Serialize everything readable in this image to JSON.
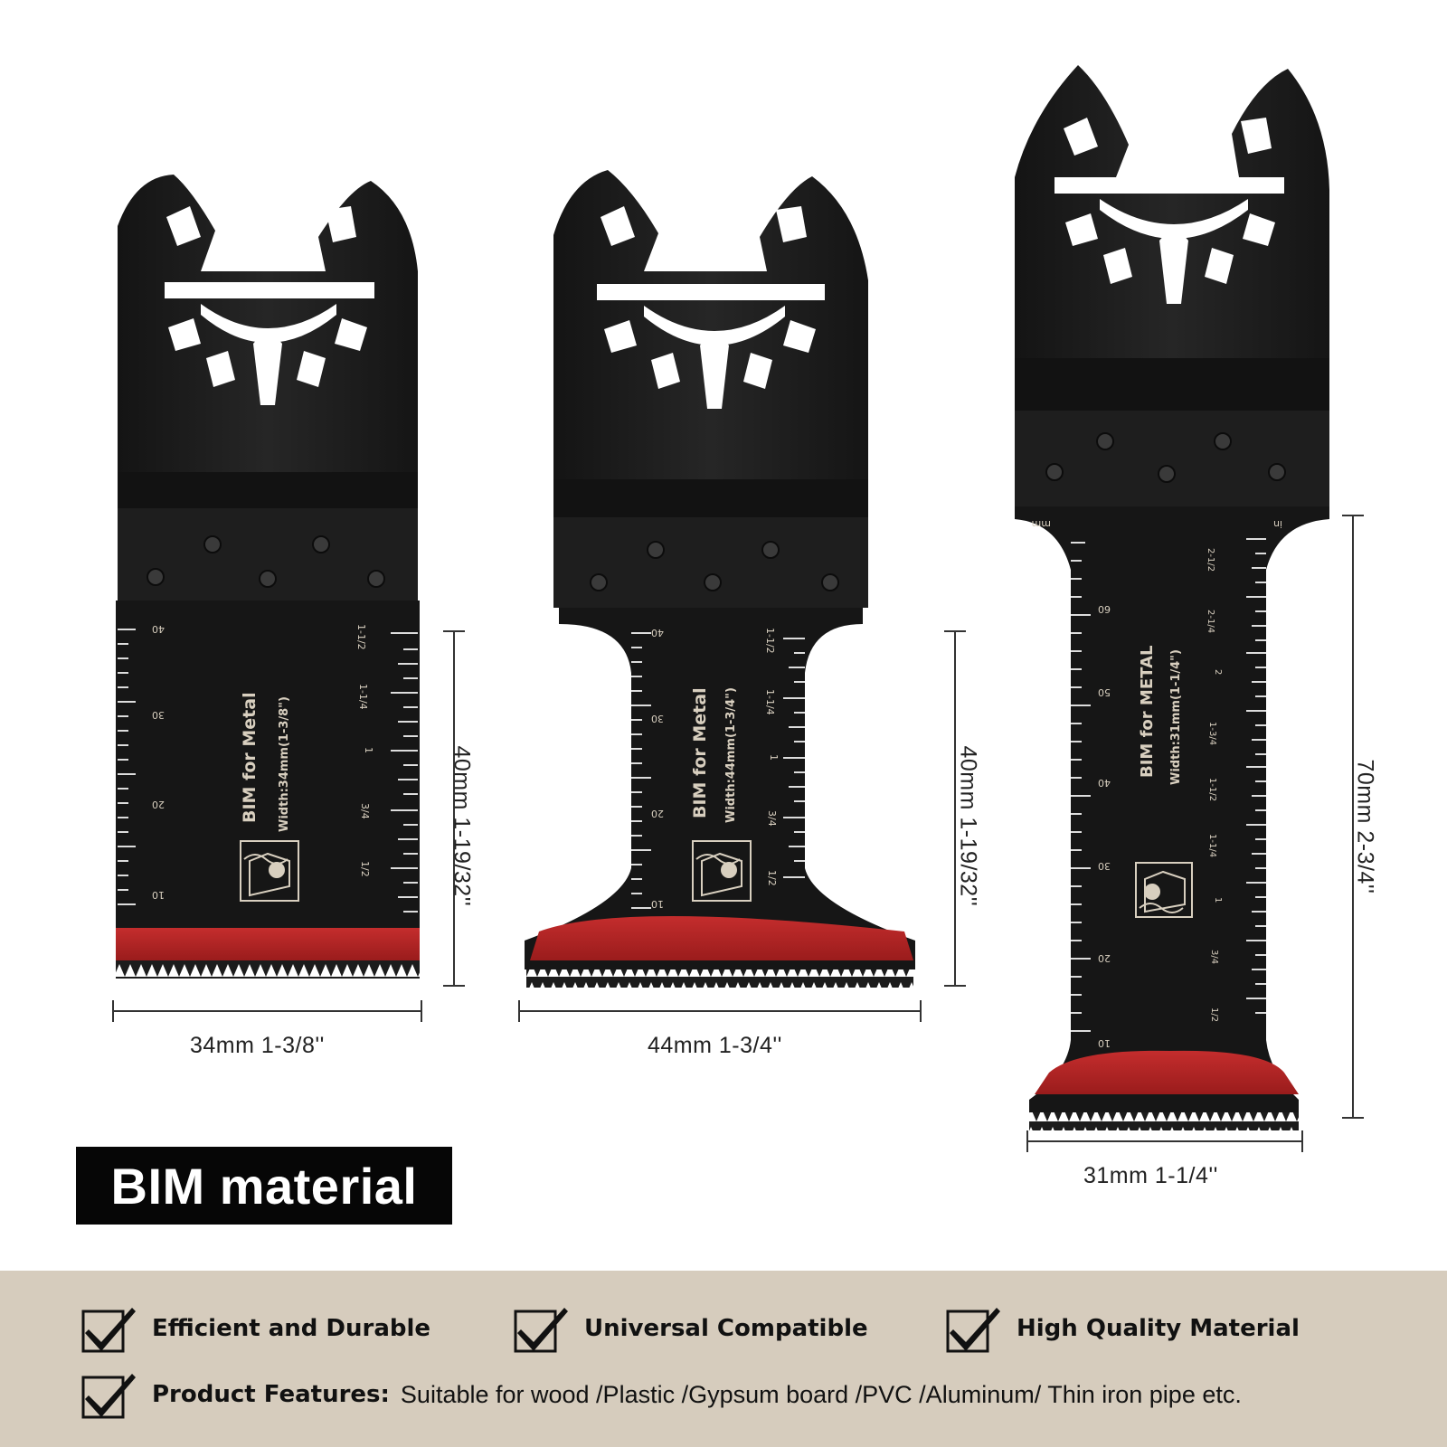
{
  "blades": [
    {
      "print_title": "BIM for Metal",
      "print_width": "Width:34mm(1-3/8\")",
      "width_label": "34mm 1-3/8''",
      "height_label": "40mm 1-19/32''",
      "mm_ticks": [
        "10",
        "20",
        "30",
        "40"
      ],
      "in_ticks": [
        "1/2",
        "3/4",
        "1",
        "1-1/4",
        "1-1/2"
      ]
    },
    {
      "print_title": "BIM for Metal",
      "print_width": "Width:44mm(1-3/4\")",
      "width_label": "44mm 1-3/4''",
      "height_label": "40mm 1-19/32''",
      "mm_ticks": [
        "10",
        "20",
        "30",
        "40"
      ],
      "in_ticks": [
        "1/2",
        "3/4",
        "1",
        "1-1/4",
        "1-1/2"
      ]
    },
    {
      "print_title": "BIM for METAL",
      "print_width": "Width:31mm(1-1/4\")",
      "width_label": "31mm 1-1/4''",
      "height_label": "70mm 2-3/4''",
      "unit_mm": "mm",
      "unit_in": "in",
      "mm_ticks": [
        "10",
        "20",
        "30",
        "40",
        "50",
        "60"
      ],
      "in_ticks": [
        "1/2",
        "3/4",
        "1",
        "1-1/4",
        "1-1/2",
        "1-3/4",
        "2",
        "2-1/4",
        "2-1/2"
      ]
    }
  ],
  "badge": {
    "text": "BIM material"
  },
  "features": [
    {
      "label": "Efficient and Durable"
    },
    {
      "label": "Universal Compatible"
    },
    {
      "label": "High Quality Material"
    }
  ],
  "product_features": {
    "label": "Product Features:",
    "text": "Suitable for wood /Plastic /Gypsum board /PVC /Aluminum/ Thin iron pipe etc."
  },
  "colors": {
    "blade": "#1c1c1c",
    "blade_edge": "#2c2c2c",
    "red_band": "#b52525",
    "band_background": "#d6ccbd",
    "badge": "#060606"
  },
  "icons": [
    "checkbox-icon",
    "lab-logo-icon"
  ]
}
